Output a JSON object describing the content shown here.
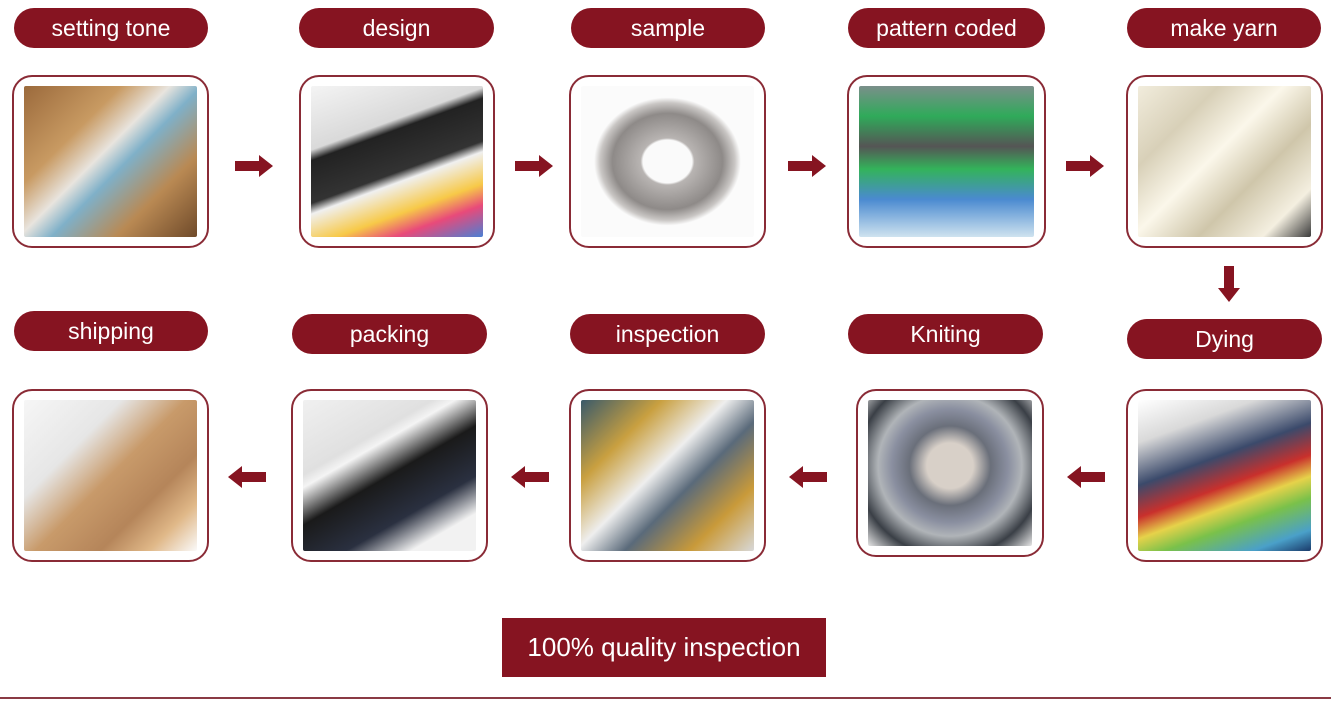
{
  "colors": {
    "accent": "#861421"
  },
  "steps": [
    {
      "label": "setting tone"
    },
    {
      "label": "design"
    },
    {
      "label": "sample"
    },
    {
      "label": "pattern coded"
    },
    {
      "label": "make yarn"
    },
    {
      "label": "Dying"
    },
    {
      "label": "Kniting"
    },
    {
      "label": "inspection"
    },
    {
      "label": "packing"
    },
    {
      "label": "shipping"
    }
  ],
  "footer": {
    "button_label": "100% quality inspection"
  }
}
